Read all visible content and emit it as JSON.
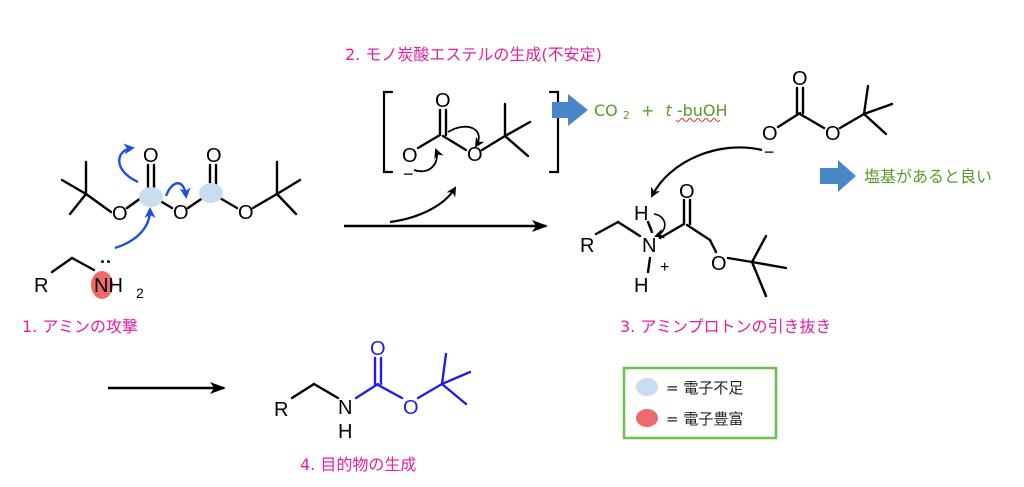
{
  "labels": {
    "step1": "1. アミンの攻撃",
    "step2": "2. モノ炭酸エステルの生成(不安定)",
    "step3": "3. アミンプロトンの引き抜き",
    "step4": "4. 目的物の生成"
  },
  "byproduct": {
    "co2": "CO",
    "co2_sub": "2",
    "plus": "+",
    "tbu_italic": "t",
    "tbu_rest": "-buOH"
  },
  "base_note": "塩基があると良い",
  "legend": {
    "deficient": "= 電子不足",
    "rich": "= 電子豊富"
  },
  "atoms": {
    "O": "O",
    "N": "N",
    "H": "H",
    "R": "R",
    "NH": "NH",
    "two": "2",
    "minus": "−",
    "plus": "+",
    "lone_pair": "··"
  },
  "colors": {
    "label_magenta": "#e61ea0",
    "note_green": "#5a9a2a",
    "arrow_blue": "#1f4fe0",
    "product_blue": "#1f1fe6",
    "deficient_fill": "#c9dcf0",
    "rich_fill": "#ef6a6a",
    "legend_border": "#6cc24a",
    "flow_arrow": "#4a86c8"
  }
}
